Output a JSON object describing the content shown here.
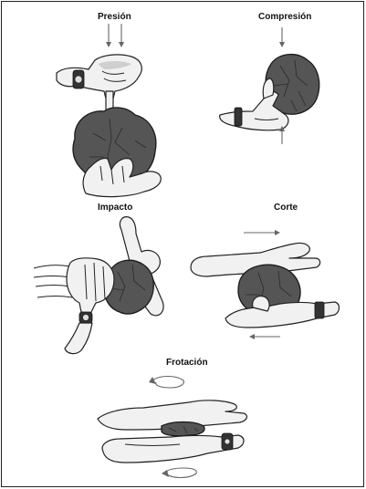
{
  "labels": {
    "presion": "Presión",
    "compresion": "Compresión",
    "impacto": "Impacto",
    "corte": "Corte",
    "frotacion": "Frotación"
  }
}
